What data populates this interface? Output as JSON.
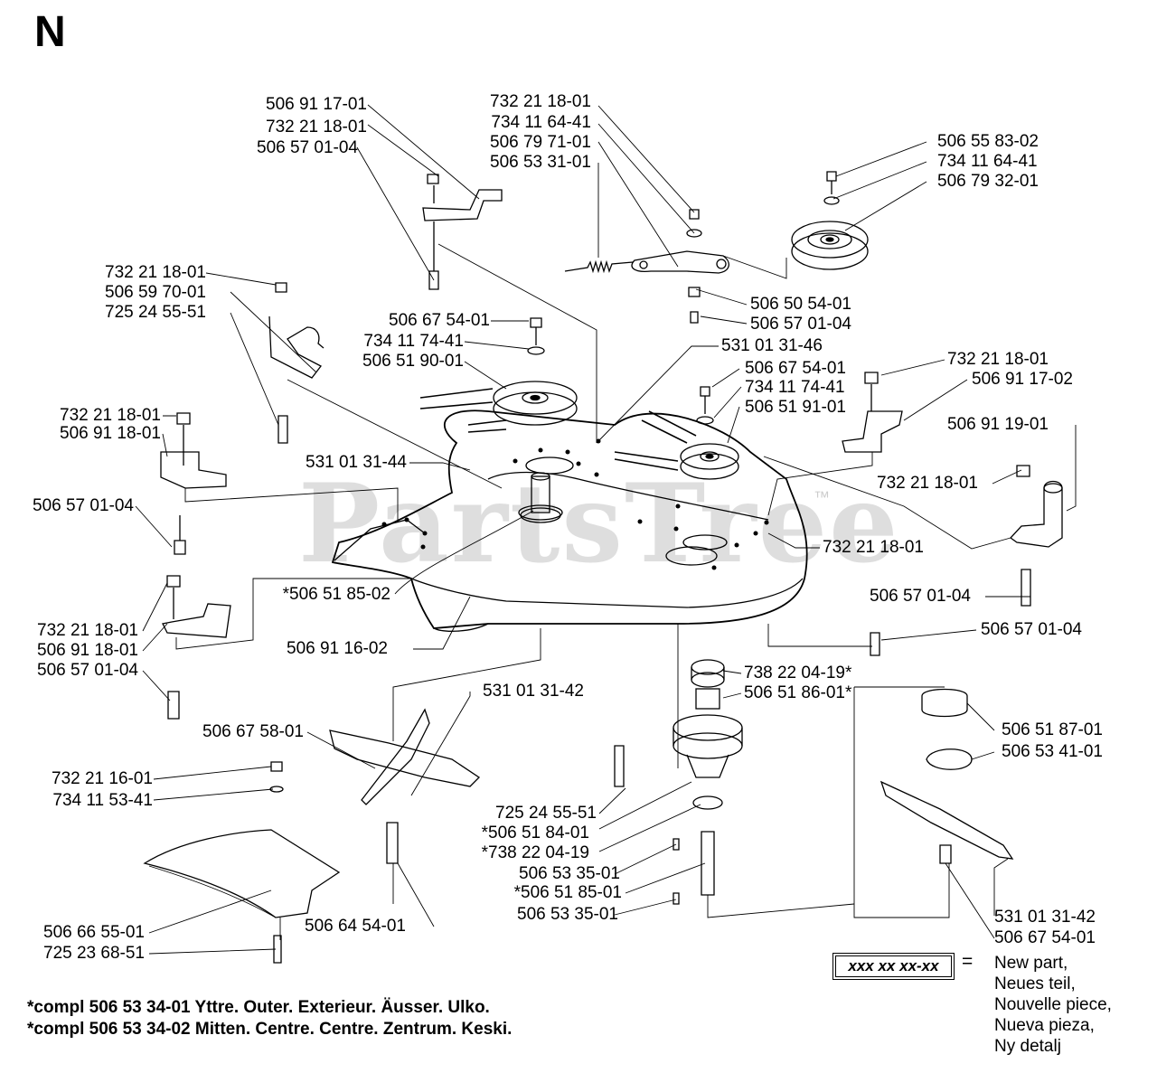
{
  "section_letter": "N",
  "watermark": "PartsTree",
  "watermark_tm": "™",
  "part_labels": [
    "506 91 17-01",
    "732 21 18-01",
    "506 57 01-04",
    "732 21 18-01",
    "734 11 64-41",
    "506 79 71-01",
    "506 53 31-01",
    "506 55 83-02",
    "734 11 64-41",
    "506 79 32-01",
    "732 21 18-01",
    "506 59 70-01",
    "725 24 55-51",
    "506 67 54-01",
    "734 11 74-41",
    "506 51 90-01",
    "506 50 54-01",
    "506 57 01-04",
    "531 01 31-46",
    "506 67 54-01",
    "734 11 74-41",
    "506 51 91-01",
    "732 21 18-01",
    "506 91 17-02",
    "732 21 18-01",
    "506 91 18-01",
    "506 91 19-01",
    "531 01 31-44",
    "732 21 18-01",
    "506 57 01-04",
    "732 21 18-01",
    "*506 51 85-02",
    "506 57 01-04",
    "732 21 18-01",
    "506 91 18-01",
    "506 57 01-04",
    "506 91 16-02",
    "506 57 01-04",
    "738 22 04-19*",
    "506 51 86-01*",
    "531 01 31-42",
    "506 67 58-01",
    "506 51 87-01",
    "506 53 41-01",
    "732 21 16-01",
    "734 11 53-41",
    "725 24 55-51",
    "*506 51 84-01",
    "*738 22 04-19",
    "506 53 35-01",
    "*506 51 85-01",
    "506 53 35-01",
    "506 66 55-01",
    "725 23 68-51",
    "506 64 54-01",
    "531 01 31-42",
    "506 67 54-01"
  ],
  "footnotes": [
    "*compl 506 53 34-01 Yttre. Outer. Exterieur. Äusser. Ulko.",
    "*compl 506 53 34-02 Mitten. Centre. Centre. Zentrum. Keski."
  ],
  "legend": {
    "placeholder": "xxx xx xx-xx",
    "equals": "=",
    "lines": [
      "New part,",
      "Neues teil,",
      "Nouvelle piece,",
      "Nueva pieza,",
      "Ny detalj"
    ]
  }
}
